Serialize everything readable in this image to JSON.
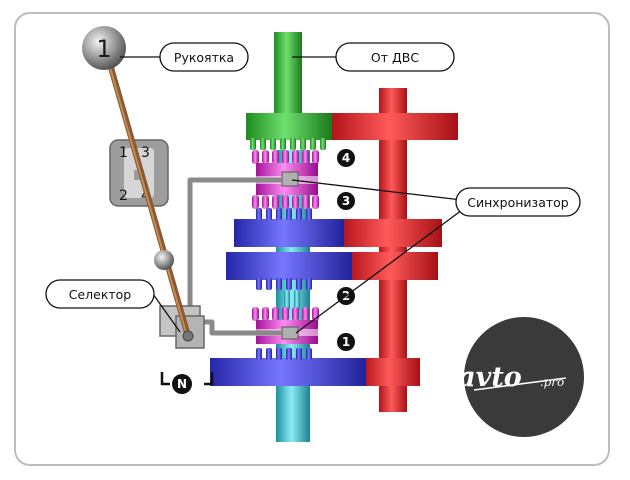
{
  "labels": {
    "handle": "Рукоятка",
    "engine": "От ДВС",
    "synchronizer": "Синхронизатор",
    "selector": "Селектор"
  },
  "knob_number": "1",
  "gate_numbers": {
    "top_left": "1",
    "top_right": "3",
    "bottom_left": "2",
    "bottom_right": "4"
  },
  "gear_badges": {
    "fourth": "4",
    "third": "3",
    "second": "2",
    "first": "1",
    "neutral": "N"
  },
  "logo": {
    "main": "avto",
    "suffix": ".pro"
  },
  "colors": {
    "input_shaft": "#3ab33a",
    "countershaft": "#e8262c",
    "gear_blue": "#3a3ad8",
    "sync_magenta": "#e020d0",
    "output_shaft": "#30c0d0",
    "selector_gray": "#9a9a9a",
    "logo_bg": "#3a3a3a"
  }
}
